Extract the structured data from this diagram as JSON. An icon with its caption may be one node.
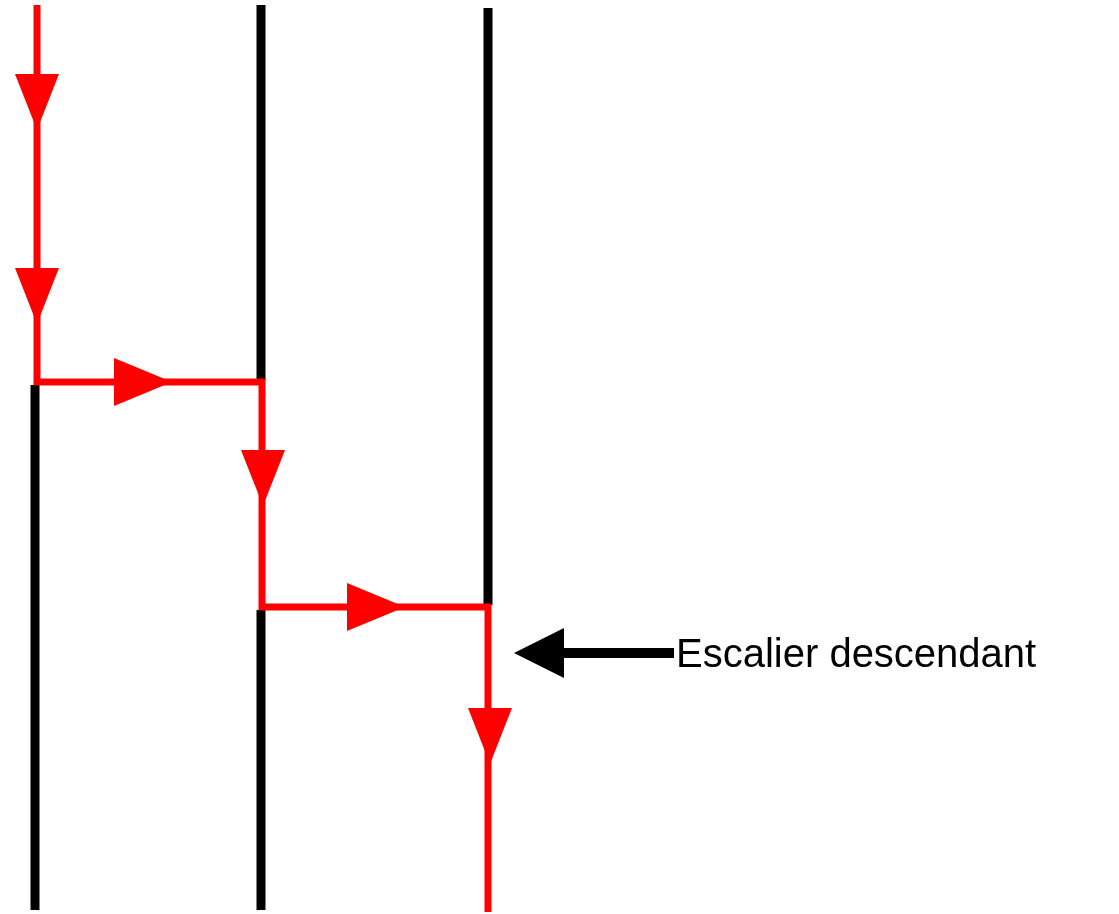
{
  "diagram": {
    "nodes": [
      {
        "text": [],
        "shape": "line"
      },
      {
        "text": [
          "Escalier descendant"
        ]
      }
    ],
    "edges": [
      {
        "from": 1,
        "to": 0,
        "arrow": "to"
      }
    ]
  }
}
